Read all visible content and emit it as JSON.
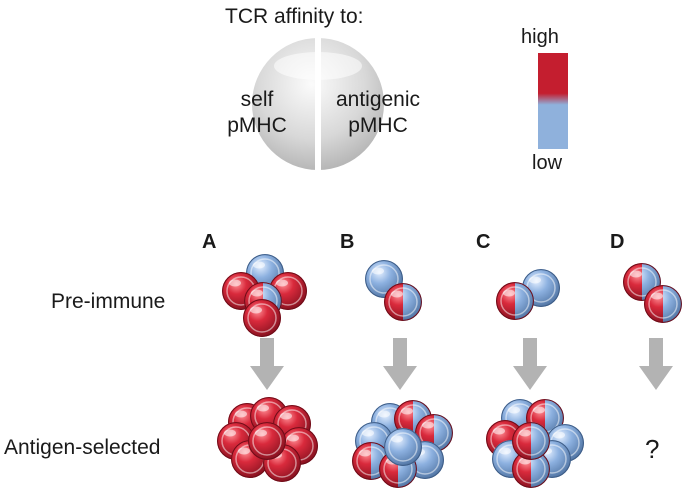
{
  "header": {
    "title": "TCR affinity to:",
    "self_label_line1": "self",
    "self_label_line2": "pMHC",
    "antigenic_label_line1": "antigenic",
    "antigenic_label_line2": "pMHC"
  },
  "legend": {
    "high_label": "high",
    "low_label": "low",
    "high_color": "#c41e2f",
    "low_color": "#8fb1dc"
  },
  "columns": [
    {
      "letter": "A",
      "pre_immune": [
        "red",
        "split",
        "blue",
        "red",
        "red"
      ],
      "selected": "all-red"
    },
    {
      "letter": "B",
      "pre_immune": [
        "blue",
        "split"
      ],
      "selected": "mixed"
    },
    {
      "letter": "C",
      "pre_immune": [
        "split",
        "blue"
      ],
      "selected": "mixed"
    },
    {
      "letter": "D",
      "pre_immune": [
        "split",
        "split"
      ],
      "selected": "?"
    }
  ],
  "rows": {
    "pre_immune_label": "Pre-immune",
    "selected_label": "Antigen-selected"
  },
  "unknown_marker": "?",
  "colors": {
    "arrow": "#b3b3b3",
    "sphere": "#d0d0d0"
  }
}
